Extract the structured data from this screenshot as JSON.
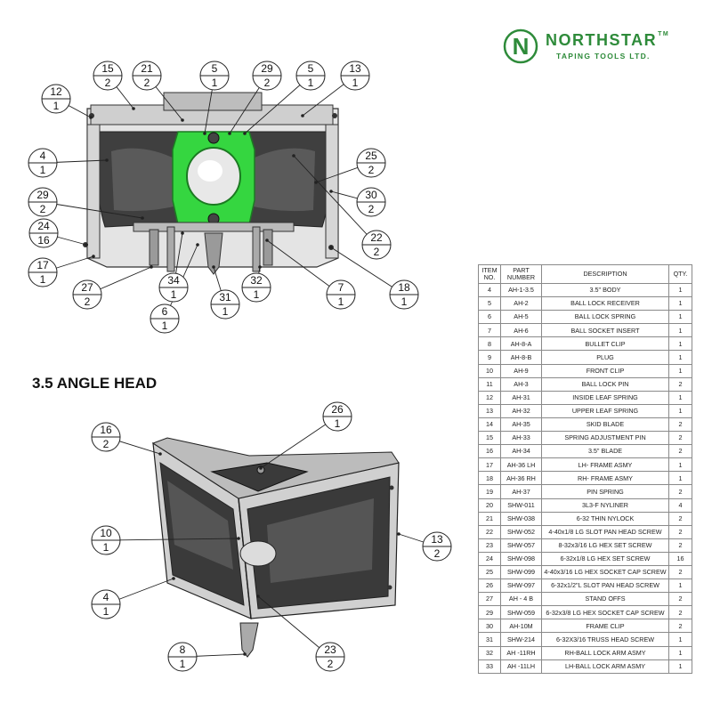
{
  "brand": {
    "mark_letter": "N",
    "name": "NORTHSTAR",
    "trademark": "TM",
    "tagline": "TAPING TOOLS LTD.",
    "color": "#2e8b3a"
  },
  "section_title": "3.5 ANGLE HEAD",
  "colors": {
    "highlight_part": "#35d640",
    "body_dark": "#3a3a3a",
    "frame_light": "#d8d8d8"
  },
  "top_view_callouts": [
    {
      "item": "15",
      "qty": "2"
    },
    {
      "item": "21",
      "qty": "2"
    },
    {
      "item": "5",
      "qty": "1"
    },
    {
      "item": "29",
      "qty": "2"
    },
    {
      "item": "5",
      "qty": "1"
    },
    {
      "item": "13",
      "qty": "1"
    },
    {
      "item": "12",
      "qty": "1"
    },
    {
      "item": "4",
      "qty": "1"
    },
    {
      "item": "25",
      "qty": "2"
    },
    {
      "item": "29",
      "qty": "2"
    },
    {
      "item": "30",
      "qty": "2"
    },
    {
      "item": "24",
      "qty": "16"
    },
    {
      "item": "22",
      "qty": "2"
    },
    {
      "item": "17",
      "qty": "1"
    },
    {
      "item": "27",
      "qty": "2"
    },
    {
      "item": "34",
      "qty": "1"
    },
    {
      "item": "32",
      "qty": "1"
    },
    {
      "item": "7",
      "qty": "1"
    },
    {
      "item": "18",
      "qty": "1"
    },
    {
      "item": "31",
      "qty": "1"
    },
    {
      "item": "6",
      "qty": "1"
    }
  ],
  "iso_view_callouts": [
    {
      "item": "26",
      "qty": "1"
    },
    {
      "item": "16",
      "qty": "2"
    },
    {
      "item": "10",
      "qty": "1"
    },
    {
      "item": "13",
      "qty": "2"
    },
    {
      "item": "4",
      "qty": "1"
    },
    {
      "item": "8",
      "qty": "1"
    },
    {
      "item": "23",
      "qty": "2"
    }
  ],
  "bom": {
    "headers": [
      "ITEM NO.",
      "PART NUMBER",
      "DESCRIPTION",
      "QTY."
    ],
    "rows": [
      [
        "4",
        "AH-1-3.5",
        "3.5\" BODY",
        "1"
      ],
      [
        "5",
        "AH-2",
        "BALL LOCK RECEIVER",
        "1"
      ],
      [
        "6",
        "AH-5",
        "BALL LOCK SPRING",
        "1"
      ],
      [
        "7",
        "AH-6",
        "BALL SOCKET INSERT",
        "1"
      ],
      [
        "8",
        "AH-8-A",
        "BULLET CLIP",
        "1"
      ],
      [
        "9",
        "AH-8-B",
        "PLUG",
        "1"
      ],
      [
        "10",
        "AH-9",
        "FRONT CLIP",
        "1"
      ],
      [
        "11",
        "AH-3",
        "BALL LOCK PIN",
        "2"
      ],
      [
        "12",
        "AH-31",
        "INSIDE LEAF SPRING",
        "1"
      ],
      [
        "13",
        "AH-32",
        "UPPER LEAF SPRING",
        "1"
      ],
      [
        "14",
        "AH-35",
        "SKID BLADE",
        "2"
      ],
      [
        "15",
        "AH-33",
        "SPRING ADJUSTMENT PIN",
        "2"
      ],
      [
        "16",
        "AH-34",
        "3.5\" BLADE",
        "2"
      ],
      [
        "17",
        "AH-36 LH",
        "LH- FRAME ASMY",
        "1"
      ],
      [
        "18",
        "AH-36 RH",
        "RH- FRAME ASMY",
        "1"
      ],
      [
        "19",
        "AH-37",
        "PIN SPRING",
        "2"
      ],
      [
        "20",
        "SHW-011",
        "3L3-F NYLINER",
        "4"
      ],
      [
        "21",
        "SHW-038",
        "6-32 THIN NYLOCK",
        "2"
      ],
      [
        "22",
        "SHW-052",
        "4-40x1/8 LG SLOT PAN HEAD SCREW",
        "2"
      ],
      [
        "23",
        "SHW-057",
        "8-32x3/16 LG HEX SET SCREW",
        "2"
      ],
      [
        "24",
        "SHW-098",
        "6-32x1/8 LG HEX SET SCREW",
        "16"
      ],
      [
        "25",
        "SHW-099",
        "4-40x3/16 LG HEX SOCKET CAP SCREW",
        "2"
      ],
      [
        "26",
        "SHW-097",
        "6-32x1/2\"L SLOT PAN HEAD SCREW",
        "1"
      ],
      [
        "27",
        "AH - 4 B",
        "STAND OFFS",
        "2"
      ],
      [
        "29",
        "SHW-059",
        "6-32x3/8 LG HEX SOCKET CAP SCREW",
        "2"
      ],
      [
        "30",
        "AH-10M",
        "FRAME CLIP",
        "2"
      ],
      [
        "31",
        "SHW-214",
        "6-32X3/16 TRUSS HEAD SCREW",
        "1"
      ],
      [
        "32",
        "AH -11RH",
        "RH-BALL LOCK ARM ASMY",
        "1"
      ],
      [
        "33",
        "AH -11LH",
        "LH-BALL LOCK ARM ASMY",
        "1"
      ]
    ]
  }
}
